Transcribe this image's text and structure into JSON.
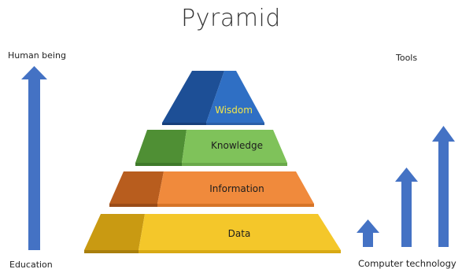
{
  "title": "Pyramid",
  "left_axis": {
    "top_label": "Human being",
    "bottom_label": "Education"
  },
  "right_axis": {
    "top_label": "Tools",
    "bottom_label": "Computer technology"
  },
  "pyramid": {
    "tiers": [
      {
        "label": "Wisdom",
        "front_color": "#2f6fc4",
        "side_color": "#1d4f96",
        "text_color": "#f2e64a"
      },
      {
        "label": "Knowledge",
        "front_color": "#7fc25a",
        "side_color": "#4f8f34",
        "text_color": "#1d1d1d"
      },
      {
        "label": "Information",
        "front_color": "#f08a3c",
        "side_color": "#b85d1e",
        "text_color": "#1d1d1d"
      },
      {
        "label": "Data",
        "front_color": "#f4c72a",
        "side_color": "#c99a12",
        "text_color": "#1d1d1d"
      }
    ]
  },
  "colors": {
    "arrow": "#4472c4"
  }
}
